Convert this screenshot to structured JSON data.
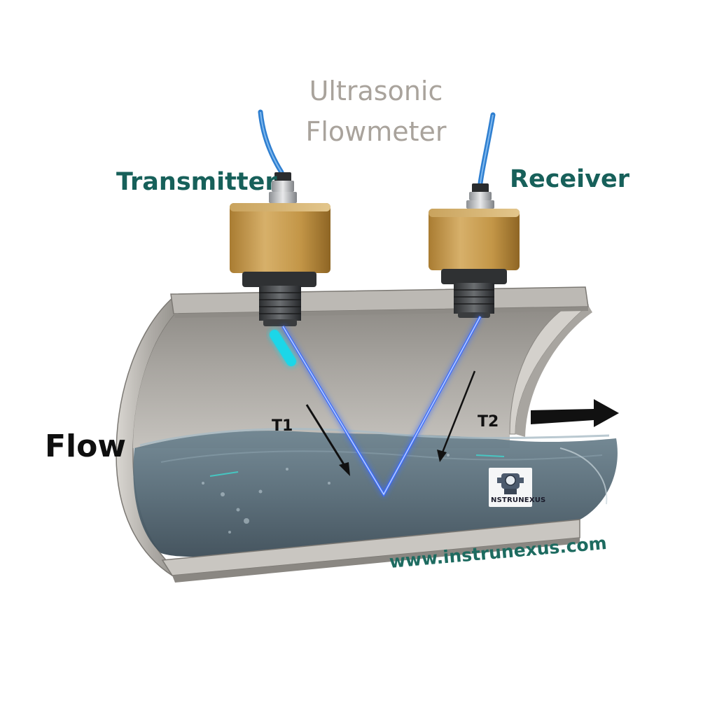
{
  "header": {
    "title_line1": "Ultrasonic",
    "title_line2": "Flowmeter"
  },
  "labels": {
    "transmitter": "Transmitter",
    "receiver": "Receiver",
    "flow": "Flow",
    "t1": "T1",
    "t2": "T2"
  },
  "footer": {
    "website": "www.instrunexus.com"
  },
  "brand": {
    "name": "NSTRUNEXUS",
    "logo_icon": "transmitter-gauge-icon"
  },
  "colors": {
    "title": "#a9a39c",
    "label": "#17605a",
    "beam": "#3a6cff",
    "transducer_brass": "#c49a4b",
    "cable": "#2f7fd0",
    "pipe_steel": "#b8b5b0",
    "water": "#5f7480"
  }
}
